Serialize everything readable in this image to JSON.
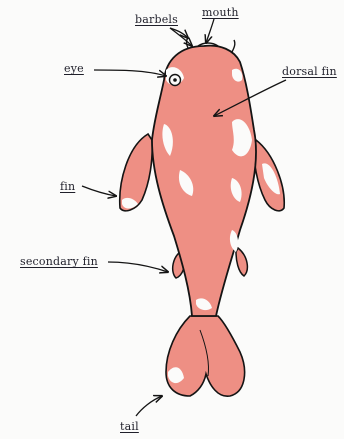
{
  "labels": {
    "barbels": "barbels",
    "mouth": "mouth",
    "eye": "eye",
    "dorsal_fin": "dorsal fin",
    "fin": "fin",
    "secondary_fin": "secondary fin",
    "tail": "tail"
  },
  "colors": {
    "body_fill": "#ee8f84",
    "outline": "#141414",
    "label_ink": "#1f1f2a",
    "paper": "#fbfbfa"
  }
}
